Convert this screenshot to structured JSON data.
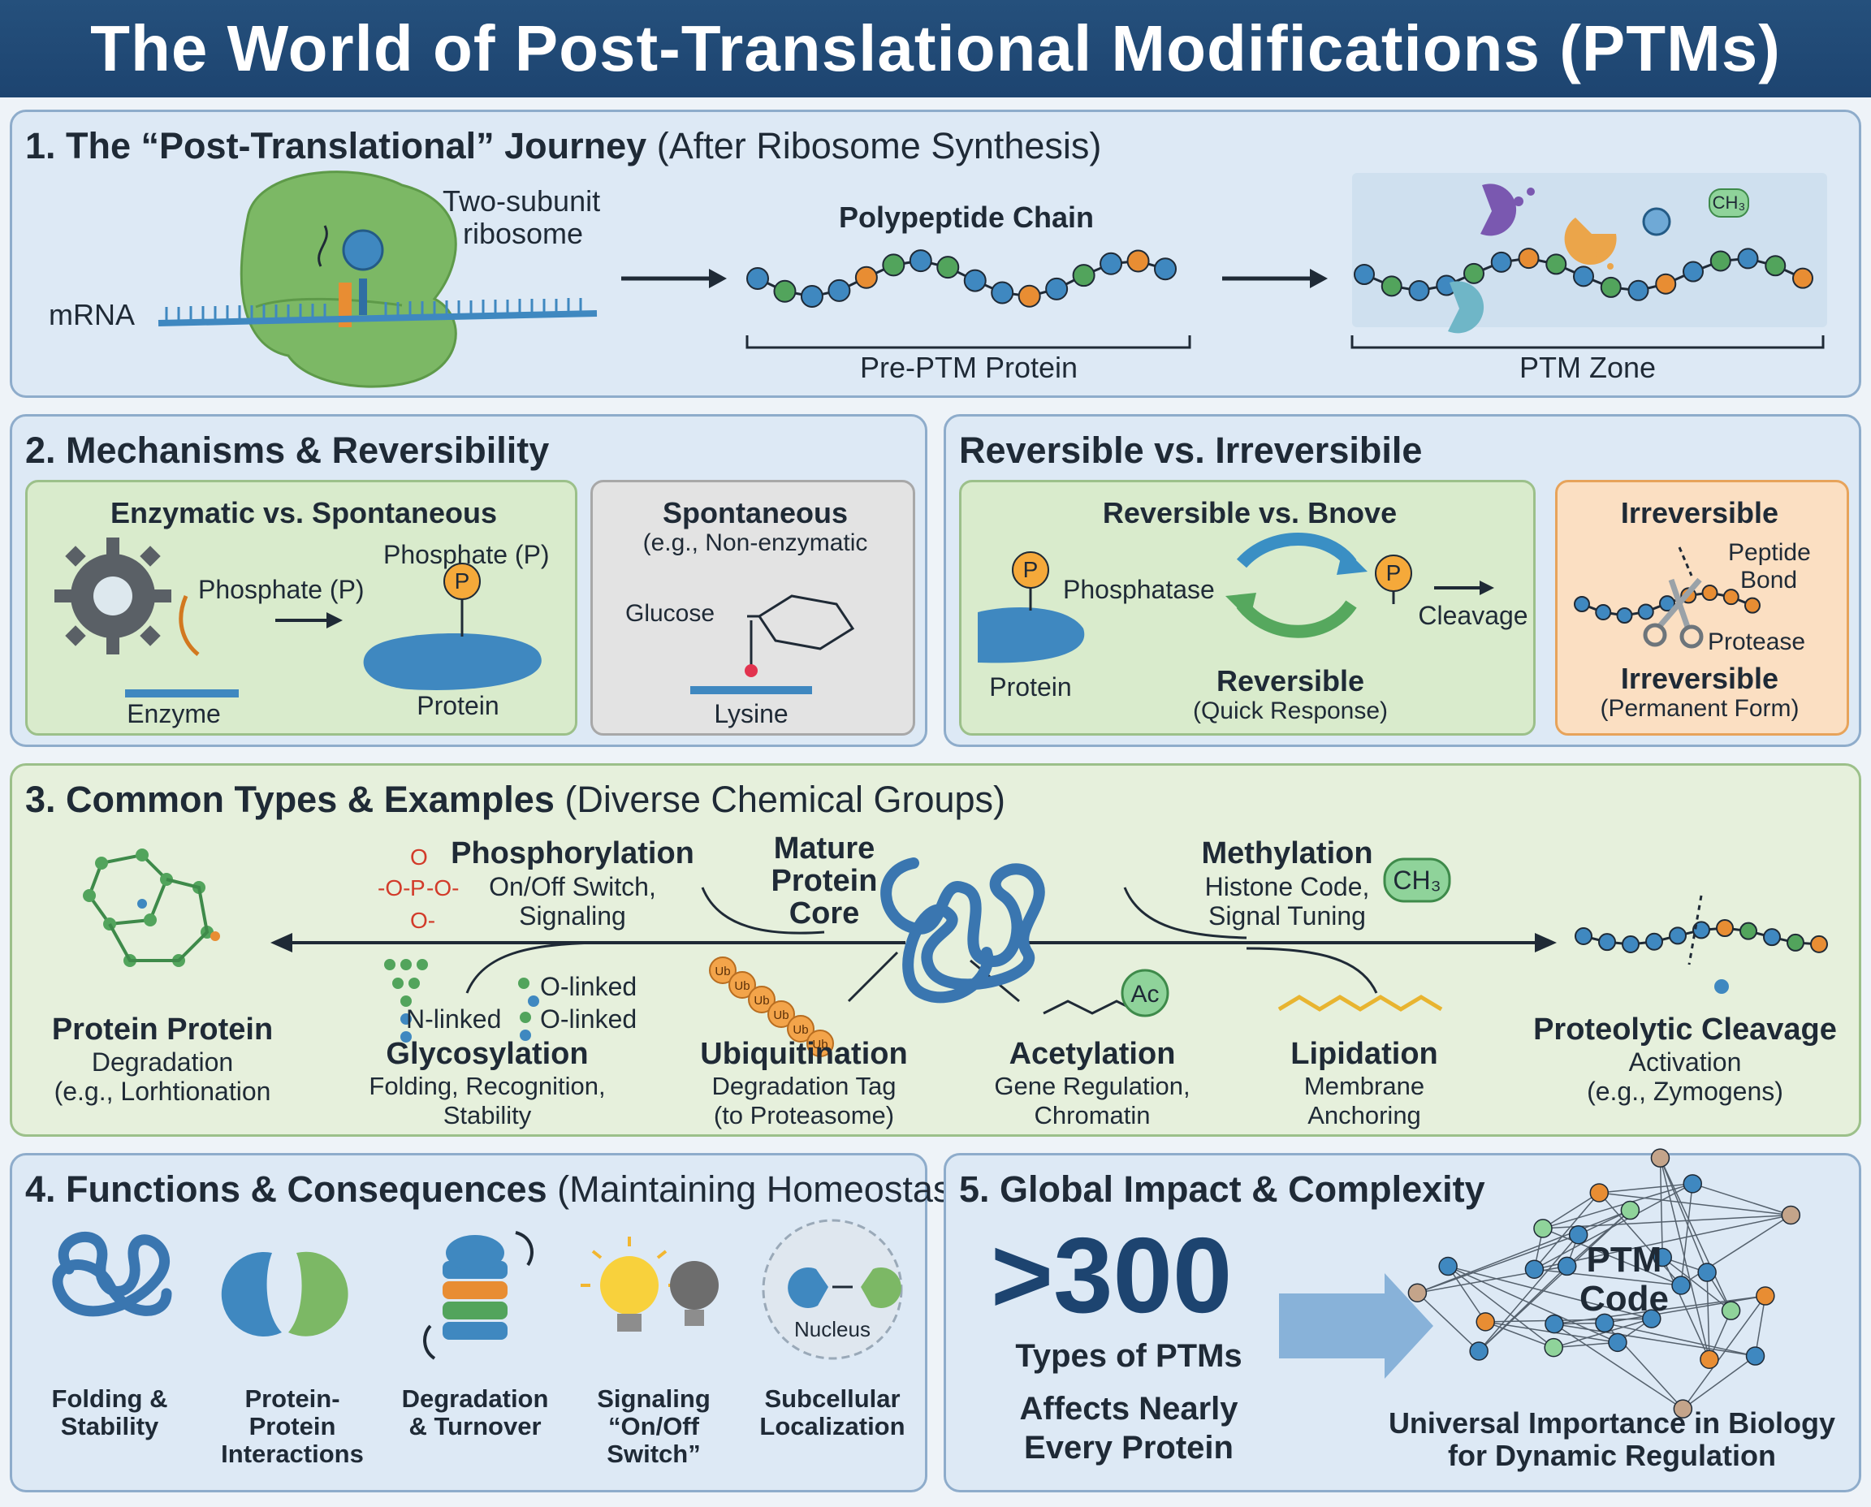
{
  "title": "The World of Post-Translational Modifications (PTMs)",
  "s1": {
    "heading": "1. The “Post-Translational” Journey",
    "heading_sub": "(After Ribosome Synthesis)",
    "mrna": "mRNA",
    "ribosome_line1": "Two-subunit",
    "ribosome_line2": "ribosome",
    "chain": "Polypeptide Chain",
    "pre_ptm": "Pre-PTM Protein",
    "ptm_zone": "PTM Zone",
    "methyl_tag": "CH₃"
  },
  "s2": {
    "heading": "2. Mechanisms & Reversibility",
    "enz_title": "Enzymatic vs. Spontaneous",
    "enz_phosphate_a": "Phosphate (P)",
    "enz_phosphate_b": "Phosphate (P)",
    "enz_enzyme": "Enzyme",
    "enz_protein": "Protein",
    "p_symbol": "P",
    "spont_title": "Spontaneous",
    "spont_sub": "(e.g., Non-enzymatic",
    "spont_glucose": "Glucose",
    "spont_lysine": "Lysine"
  },
  "rev": {
    "heading": "Reversible vs. Irreversibile",
    "card_title": "Reversible vs. Bnove",
    "phosphatase": "Phosphatase",
    "protein": "Protein",
    "cleavage": "Cleavage",
    "reversible": "Reversible",
    "reversible_sub": "(Quick Response)",
    "irr_title": "Irreversible",
    "peptide_bond_1": "Peptide",
    "peptide_bond_2": "Bond",
    "protease": "Protease",
    "irr_label": "Irreversible",
    "irr_sub": "(Permanent Form)"
  },
  "s3": {
    "heading": "3. Common Types & Examples",
    "heading_sub": "(Diverse Chemical Groups)",
    "core": [
      "Mature",
      "Protein",
      "Core"
    ],
    "phos_title": "Phosphorylation",
    "phos_desc1": "On/Off Switch,",
    "phos_desc2": "Signaling",
    "meth_title": "Methylation",
    "meth_desc1": "Histone Code,",
    "meth_desc2": "Signal Tuning",
    "meth_tag": "CH₃",
    "pp_title": "Protein Protein",
    "pp_desc1": "Degradation",
    "pp_desc2": "(e.g., Lorhtionation",
    "glyco_title": "Glycosylation",
    "glyco_desc1": "Folding, Recognition,",
    "glyco_desc2": "Stability",
    "n_linked": "N-linked",
    "o_linked_a": "O-linked",
    "o_linked_b": "O-linked",
    "ubi_title": "Ubiquitination",
    "ubi_desc1": "Degradation Tag",
    "ubi_desc2": "(to Proteasome)",
    "ub_tag": "Ub",
    "acet_title": "Acetylation",
    "acet_desc1": "Gene Regulation,",
    "acet_desc2": "Chromatin",
    "ac_tag": "Ac",
    "lip_title": "Lipidation",
    "lip_desc1": "Membrane",
    "lip_desc2": "Anchoring",
    "prot_title": "Proteolytic Cleavage",
    "prot_desc1": "Activation",
    "prot_desc2": "(e.g., Zymogens)"
  },
  "s4": {
    "heading": "4. Functions & Consequences",
    "heading_sub": "(Maintaining Homeostasis)",
    "items": [
      [
        "Folding &",
        "Stability"
      ],
      [
        "Protein-",
        "Protein",
        "Interactions"
      ],
      [
        "Degradation",
        "& Turnover"
      ],
      [
        "Signaling",
        "“On/Off",
        "Switch”"
      ],
      [
        "Subcellular",
        "Localization"
      ]
    ],
    "nucleus": "Nucleus"
  },
  "s5": {
    "heading": "5. Global Impact & Complexity",
    "big_number": ">300",
    "types": "Types of PTMs",
    "affects1": "Affects Nearly",
    "affects2": "Every Protein",
    "code1": "PTM",
    "code2": "Code",
    "universal1": "Universal Importance in Biology",
    "universal2": "for Dynamic Regulation"
  },
  "colors": {
    "banner": "#1f4a76",
    "bead_blue": "#3f88c0",
    "bead_green": "#52a45c",
    "bead_orange": "#e88d33",
    "ribosome": "#7cb865",
    "navy": "#1d4470"
  }
}
